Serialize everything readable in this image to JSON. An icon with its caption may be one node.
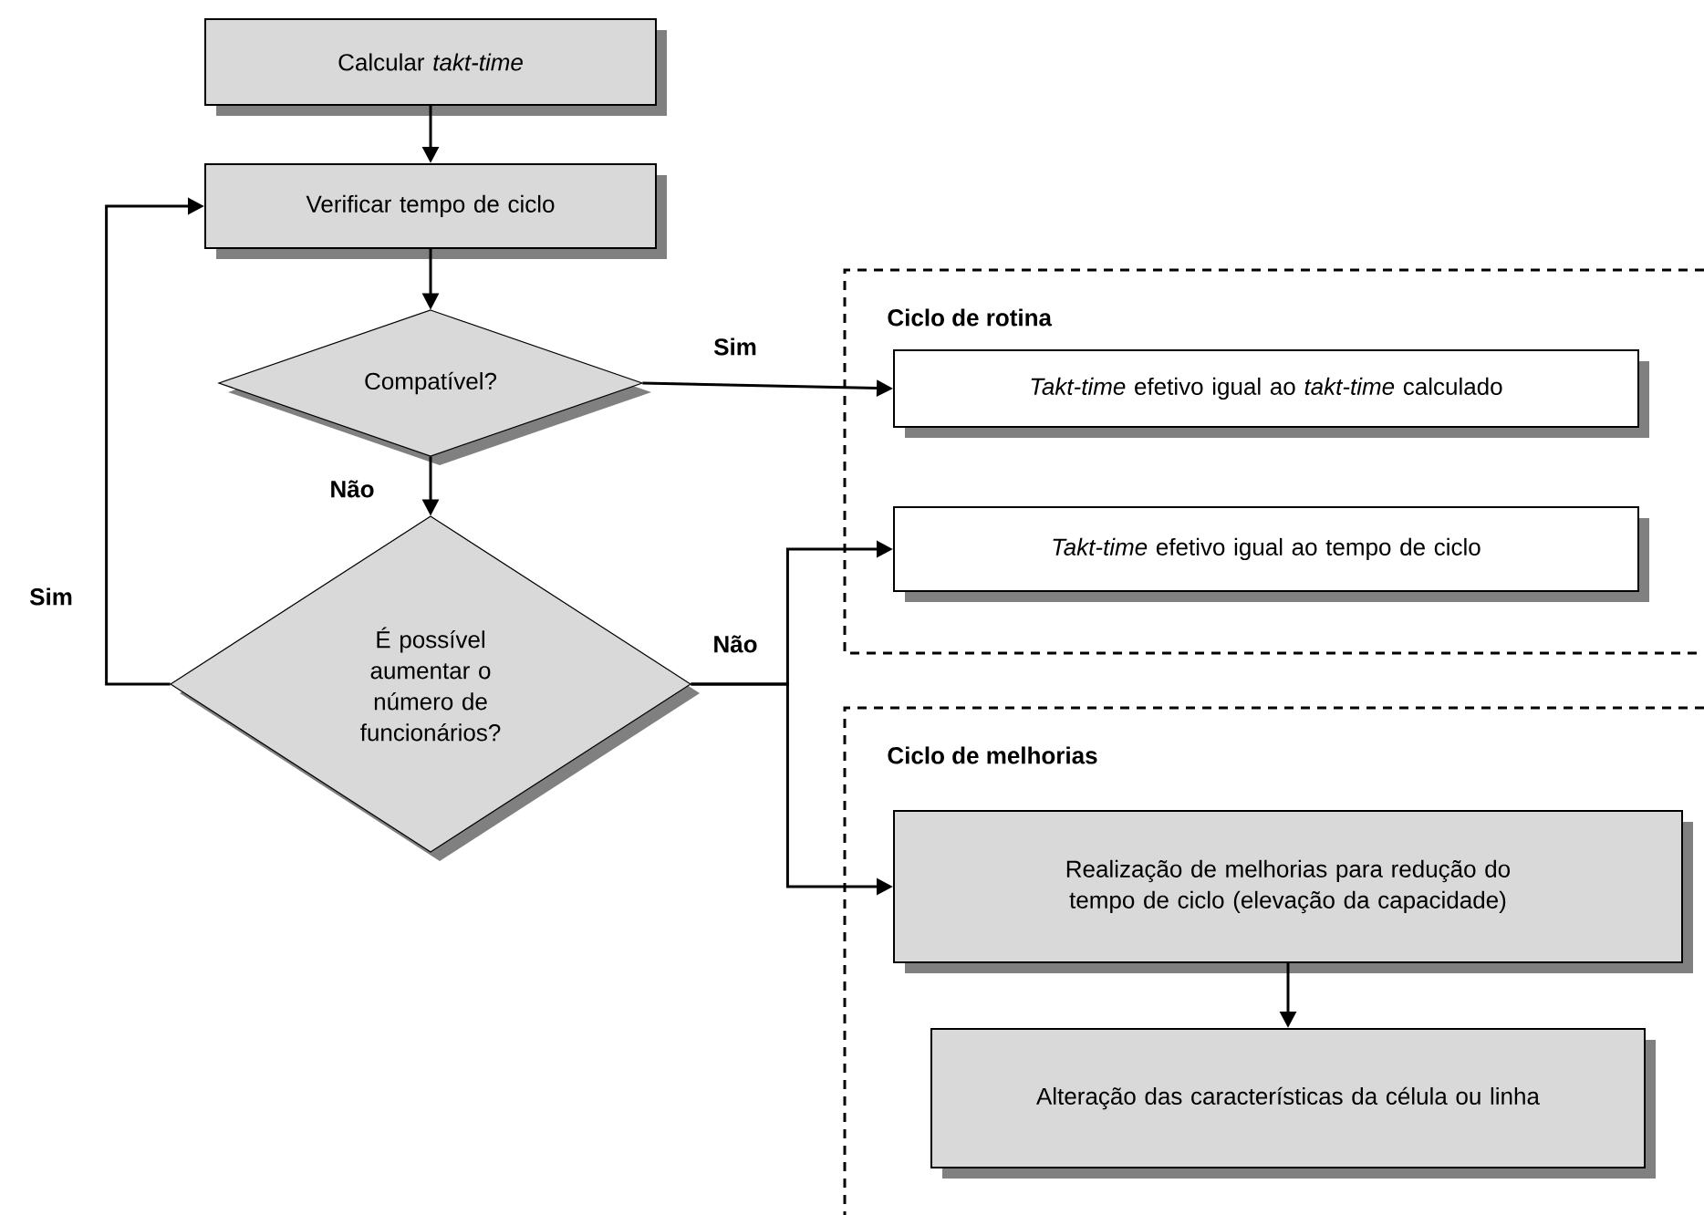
{
  "diagram": {
    "nodes": [
      {
        "text": [
          "Calcular *takt-time*"
        ]
      },
      {
        "text": [
          "Verificar tempo de ciclo"
        ]
      },
      {
        "text": [
          "Compatível?"
        ]
      },
      {
        "text": [
          "É possível aumentar o número de funcionários?"
        ]
      },
      {
        "text": [
          "Ciclo de rotina"
        ]
      },
      {
        "text": [
          "*Takt-time* efetivo igual ao *takt-time* calculado"
        ],
        "in": 4
      },
      {
        "text": [
          "*Takt-time* efetivo igual ao tempo de ciclo"
        ],
        "in": 4
      },
      {
        "text": [
          "Ciclo de melhorias"
        ]
      },
      {
        "text": [
          "Realização de melhorias para redução do tempo de ciclo (elevação da capacidade)"
        ],
        "in": 7
      },
      {
        "text": [
          "Alteração das características da célula ou linha"
        ],
        "in": 7
      }
    ],
    "edges": [
      {
        "from": 0,
        "to": 1,
        "arrow": "to"
      },
      {
        "from": 1,
        "to": 2,
        "arrow": "to"
      },
      {
        "from": 2,
        "to": 5,
        "arrow": "to",
        "label": "Sim"
      },
      {
        "from": 2,
        "to": 3,
        "arrow": "to",
        "label": "Não"
      },
      {
        "from": 3,
        "to": 1,
        "arrow": "to",
        "label": "Sim"
      },
      {
        "from": 3,
        "to": 6,
        "arrow": "to",
        "label": "Não"
      },
      {
        "from": 3,
        "to": 8,
        "arrow": "to"
      },
      {
        "from": 8,
        "to": 9,
        "arrow": "to"
      }
    ]
  }
}
